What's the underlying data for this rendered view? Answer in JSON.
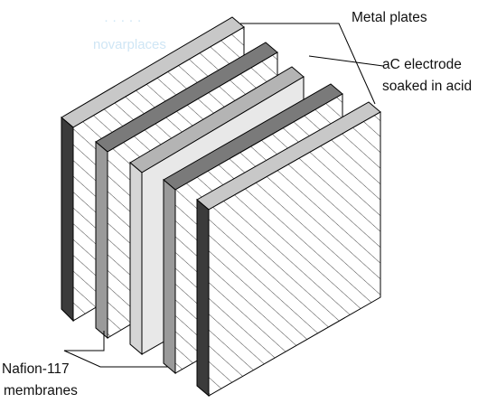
{
  "labels": {
    "metal_plates": "Metal plates",
    "electrode_line1": "aC electrode",
    "electrode_line2": "soaked in acid",
    "membrane_line1": "Nafion-117",
    "membrane_line2": "membranes"
  },
  "watermark": {
    "line1": "· · · · ·",
    "line2": "novarplaces"
  },
  "layers": [
    {
      "id": "metal-plate-back",
      "kind": "metal",
      "side": "#3b3b3b",
      "face": "hatch"
    },
    {
      "id": "membrane-back",
      "kind": "membrane",
      "side": "#9a9a9a",
      "face": "hatch"
    },
    {
      "id": "electrode",
      "kind": "electrode",
      "side": "#d6d6d6",
      "face": "#e8e8e8"
    },
    {
      "id": "membrane-front",
      "kind": "membrane",
      "side": "#9a9a9a",
      "face": "hatch"
    },
    {
      "id": "metal-plate-front",
      "kind": "metal",
      "side": "#3b3b3b",
      "face": "hatch"
    }
  ],
  "colors": {
    "outline": "#000000",
    "hatch": "#444444",
    "face_bg": "#ffffff",
    "leader": "#000000"
  }
}
